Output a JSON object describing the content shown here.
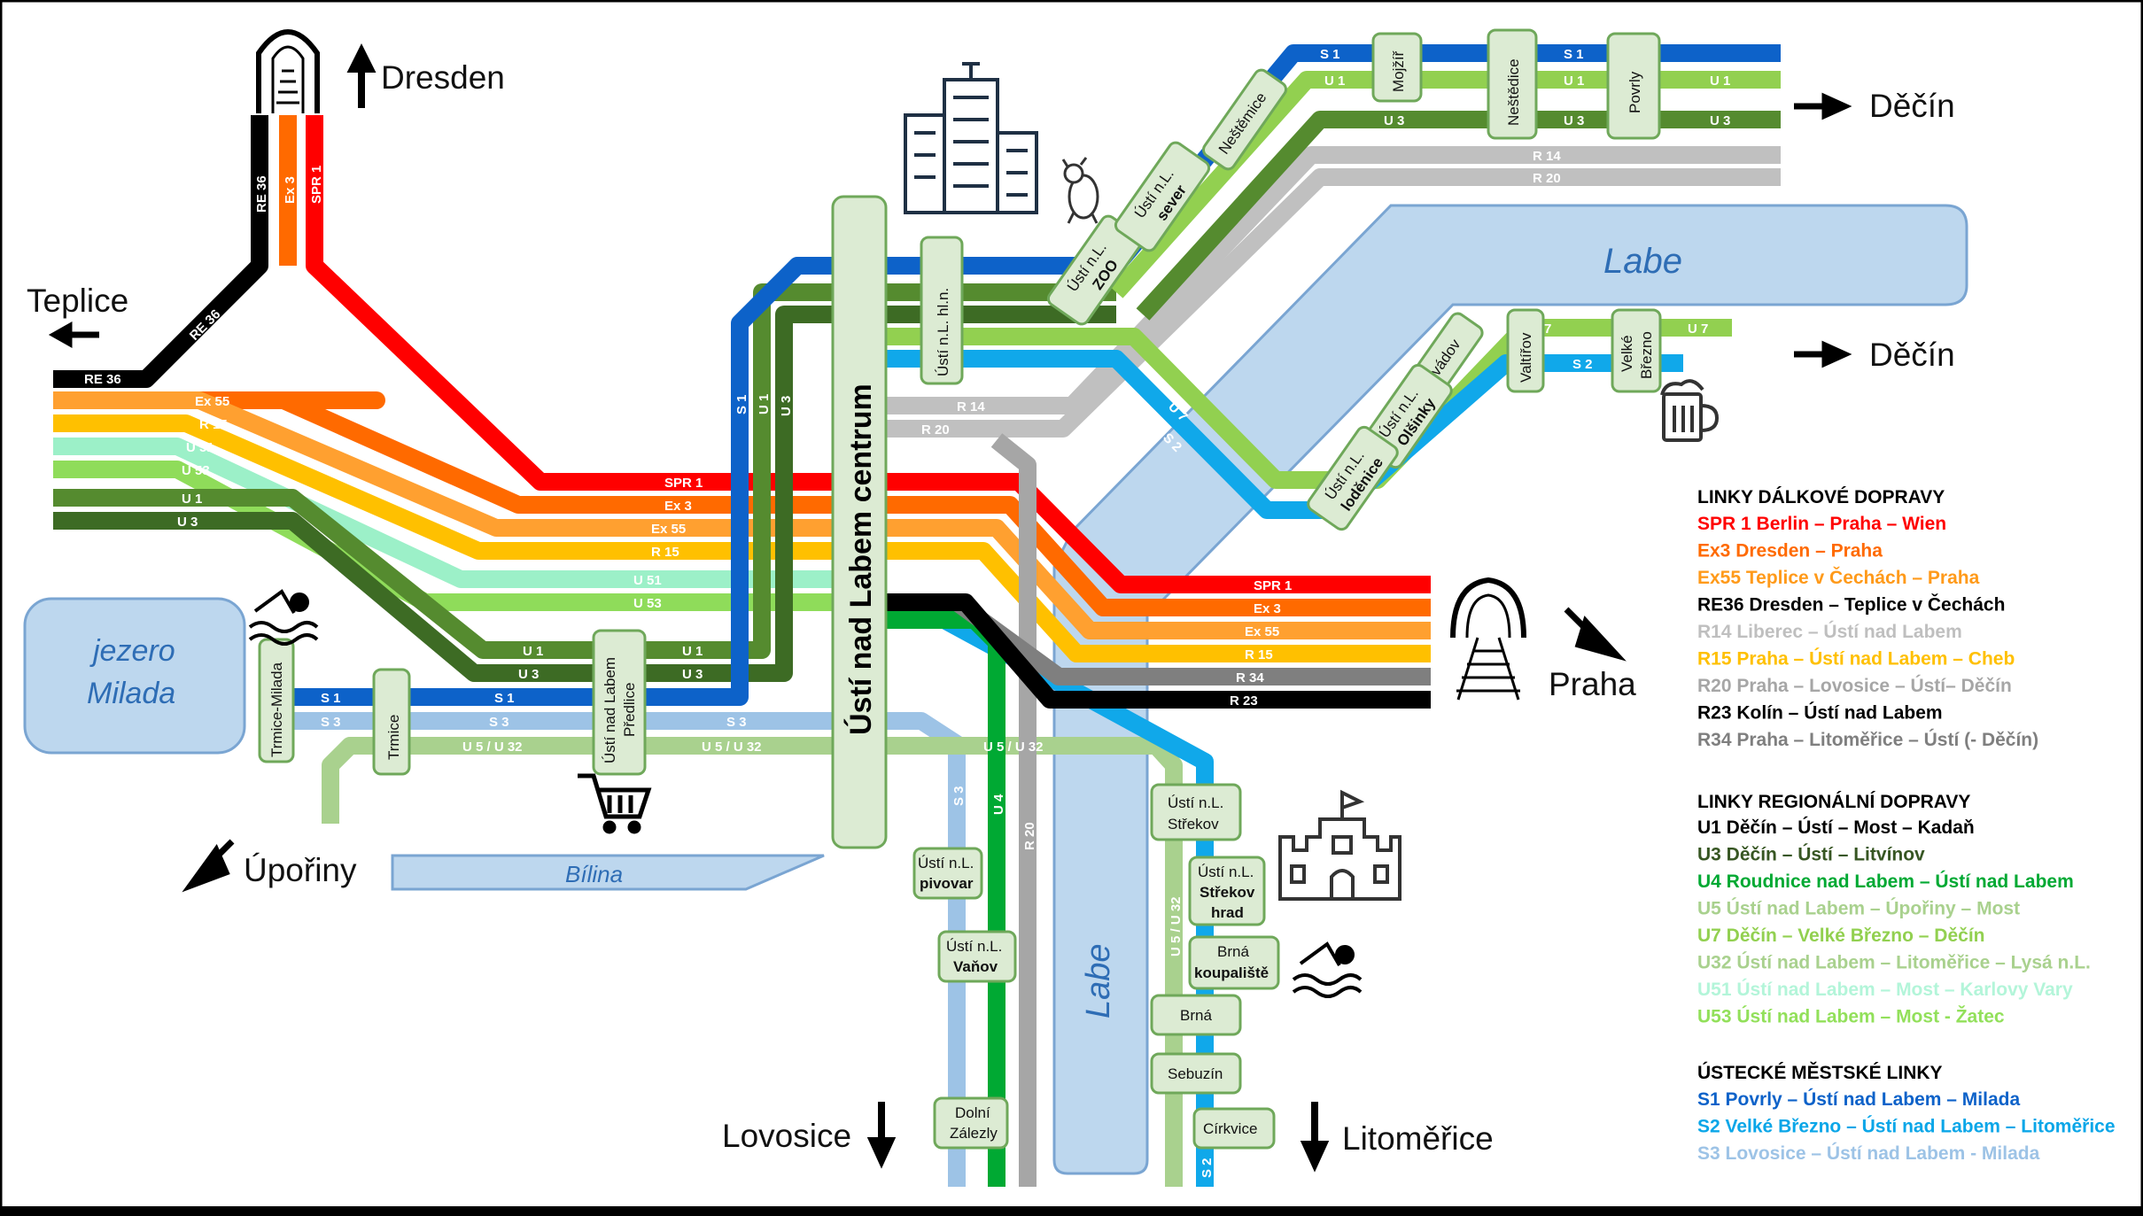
{
  "title": "Ústí nad Labem centrum",
  "destinations": {
    "dresden": "Dresden",
    "teplice": "Teplice",
    "decin_1": "Děčín",
    "decin_2": "Děčín",
    "praha": "Praha",
    "upoориny": "Úpořiny",
    "lovosice": "Lovosice",
    "litomerice": "Litoměřice"
  },
  "water": {
    "labe_north": "Labe",
    "labe_south": "Labe",
    "bilina": "Bílina",
    "milada_1": "jezero",
    "milada_2": "Milada"
  },
  "stations": {
    "hl_n": "Ústí n.L. hl.n.",
    "trmice_milada": "Trmice-Milada",
    "trmice": "Trmice",
    "predlice_1": "Ústí nad Labem",
    "predlice_2": "Předlice",
    "zoo_1": "Ústí n.L.",
    "zoo_2": "ZOO",
    "sever_1": "Ústí n.L.",
    "sever_2": "sever",
    "nestemice": "Neštěmice",
    "mojzir": "Mojžíř",
    "nestedice": "Neštědice",
    "povrly": "Povrly",
    "svadov": "Svádov",
    "olsinky_1": "Ústí n.L.",
    "olsinky_2": "Olšinky",
    "lodenice_1": "Ústí n.L.",
    "lodenice_2": "loděnice",
    "valtirov": "Valtířov",
    "velke_brezno_1": "Velké",
    "velke_brezno_2": "Březno",
    "strekov_1": "Ústí n.L.",
    "strekov_2": "Střekov",
    "strekov_hrad_1": "Ústí n.L.",
    "strekov_hrad_2": "Střekov",
    "strekov_hrad_3": "hrad",
    "brna_koupaliste_1": "Brná",
    "brna_koupaliste_2": "koupaliště",
    "brna": "Brná",
    "sebuzin": "Sebuzín",
    "cirkvice": "Církvice",
    "pivovar_1": "Ústí n.L.",
    "pivovar_2": "pivovar",
    "vanov_1": "Ústí n.L.",
    "vanov_2": "Vaňov",
    "dolni_zalezly_1": "Dolní",
    "dolni_zalezly_2": "Zálezly"
  },
  "line_labels": {
    "re36": "RE 36",
    "ex3": "Ex 3",
    "spr1": "SPR 1",
    "ex55": "Ex 55",
    "r15": "R 15",
    "u51": "U 51",
    "u53": "U 53",
    "u1": "U 1",
    "u3": "U 3",
    "s1": "S 1",
    "s3": "S 3",
    "u5u32": "U 5 / U 32",
    "r14": "R 14",
    "r20": "R 20",
    "u7": "U 7",
    "s2": "S 2",
    "u4": "U 4",
    "r23": "R 23",
    "r34": "R 34",
    "u5u32_vert": "U 5 / U 32"
  },
  "legend": {
    "long_distance_title": "LINKY DÁLKOVÉ DOPRAVY",
    "long_distance": [
      {
        "text": "SPR 1 Berlin – Praha – Wien",
        "color": "#ff0000"
      },
      {
        "text": "Ex3 Dresden – Praha",
        "color": "#ff6a00"
      },
      {
        "text": "Ex55 Teplice v Čechách – Praha",
        "color": "#ff9a1a"
      },
      {
        "text": "RE36 Dresden – Teplice v Čechách",
        "color": "#000000"
      },
      {
        "text": "R14 Liberec – Ústí nad Labem",
        "color": "#bfbfbf"
      },
      {
        "text": "R15 Praha – Ústí nad Labem – Cheb",
        "color": "#ffc000"
      },
      {
        "text": "R20 Praha – Lovosice – Ústí– Děčín",
        "color": "#a6a6a6"
      },
      {
        "text": "R23 Kolín – Ústí nad Labem",
        "color": "#000000"
      },
      {
        "text": "R34 Praha – Litoměřice – Ústí (- Děčín)",
        "color": "#7f7f7f"
      }
    ],
    "regional_title": "LINKY REGIONÁLNÍ DOPRAVY",
    "regional": [
      {
        "text": "U1 Děčín – Ústí – Most – Kadaň",
        "color": "#000000"
      },
      {
        "text": "U3 Děčín – Ústí – Litvínov",
        "color": "#375623"
      },
      {
        "text": "U4 Roudnice nad Labem – Ústí nad Labem",
        "color": "#00a933"
      },
      {
        "text": "U5 Ústí nad Labem – Úpořiny – Most",
        "color": "#a9d18e"
      },
      {
        "text": "U7 Děčín – Velké Březno – Děčín",
        "color": "#92d050"
      },
      {
        "text": "U32 Ústí nad Labem – Litoměřice – Lysá n.L.",
        "color": "#a9d18e"
      },
      {
        "text": "U51 Ústí nad Labem – Most – Karlovy Vary",
        "color": "#b3f5d9"
      },
      {
        "text": "U53 Ústí nad Labem – Most - Žatec",
        "color": "#92e05a"
      }
    ],
    "city_title": "ÚSTECKÉ MĚSTSKÉ LINKY",
    "city": [
      {
        "text": "S1 Povrly – Ústí nad Labem – Milada",
        "color": "#0d62c9"
      },
      {
        "text": "S2 Velké Březno – Ústí nad Labem – Litoměřice",
        "color": "#0aa6e8"
      },
      {
        "text": "S3 Lovosice – Ústí nad Labem - Milada",
        "color": "#9dc3e6"
      }
    ]
  },
  "colors": {
    "spr1": "#ff0000",
    "ex3": "#ff6a00",
    "ex55": "#ffa030",
    "r15": "#ffc000",
    "u51": "#9cf0c8",
    "u53": "#8fdc5a",
    "u1": "#558b2f",
    "u3": "#3d6b24",
    "re36": "#000000",
    "s1": "#0d62c9",
    "s2": "#10a8ea",
    "s3": "#9dc3e6",
    "u5": "#a9d18e",
    "u7": "#92d050",
    "u4": "#00a933",
    "r14": "#c0c0c0",
    "r20": "#a6a6a6",
    "r34": "#7f7f7f",
    "water": "#bdd7ee"
  }
}
